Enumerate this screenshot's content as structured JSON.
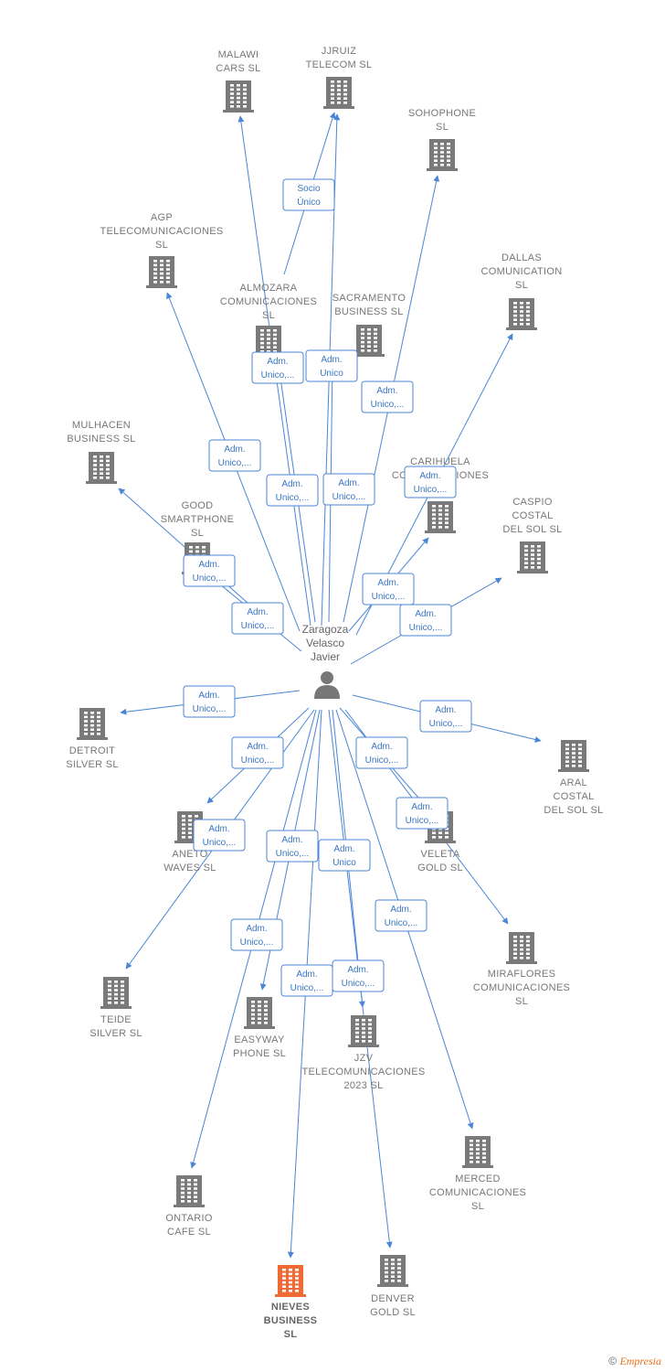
{
  "colors": {
    "edge": "#4a86d4",
    "building": "#7a7a7a",
    "highlight": "#f06a35",
    "person": "#777777"
  },
  "center": {
    "label_lines": [
      "Zaragoza",
      "Velasco",
      "Javier"
    ],
    "icon": "person-icon"
  },
  "nodes": [
    {
      "id": "malawi",
      "label_lines": [
        "MALAWI",
        "CARS  SL"
      ]
    },
    {
      "id": "jjruiz",
      "label_lines": [
        "JJRUIZ",
        "TELECOM  SL"
      ]
    },
    {
      "id": "sohophone",
      "label_lines": [
        "SOHOPHONE",
        "SL"
      ]
    },
    {
      "id": "agp",
      "label_lines": [
        "AGP",
        "TELECOMUNICACIONES",
        "SL"
      ]
    },
    {
      "id": "almozara",
      "label_lines": [
        "ALMOZARA",
        "COMUNICACIONES",
        "SL"
      ]
    },
    {
      "id": "sacramento",
      "label_lines": [
        "SACRAMENTO",
        "BUSINESS  SL"
      ]
    },
    {
      "id": "dallas",
      "label_lines": [
        "DALLAS",
        "COMUNICATION",
        "SL"
      ]
    },
    {
      "id": "mulhacen",
      "label_lines": [
        "MULHACEN",
        "BUSINESS  SL"
      ]
    },
    {
      "id": "carihuela",
      "label_lines": [
        "CARIHUELA",
        "COMUNICACIONES"
      ]
    },
    {
      "id": "good",
      "label_lines": [
        "GOOD",
        "SMARTPHONE",
        "SL"
      ]
    },
    {
      "id": "caspio",
      "label_lines": [
        "CASPIO",
        "COSTAL",
        "DEL SOL  SL"
      ]
    },
    {
      "id": "detroit",
      "label_lines": [
        "DETROIT",
        "SILVER  SL"
      ]
    },
    {
      "id": "aral",
      "label_lines": [
        "ARAL",
        "COSTAL",
        "DEL SOL  SL"
      ]
    },
    {
      "id": "aneto",
      "label_lines": [
        "ANETO",
        "WAVES  SL"
      ]
    },
    {
      "id": "veleta",
      "label_lines": [
        "VELETA",
        "GOLD  SL"
      ]
    },
    {
      "id": "miraflores",
      "label_lines": [
        "MIRAFLORES",
        "COMUNICACIONES",
        "SL"
      ]
    },
    {
      "id": "teide",
      "label_lines": [
        "TEIDE",
        "SILVER  SL"
      ]
    },
    {
      "id": "easyway",
      "label_lines": [
        "EASYWAY",
        "PHONE  SL"
      ]
    },
    {
      "id": "jzv",
      "label_lines": [
        "JZV",
        "TELECOMUNICACIONES",
        "2023  SL"
      ]
    },
    {
      "id": "merced",
      "label_lines": [
        "MERCED",
        "COMUNICACIONES",
        "SL"
      ]
    },
    {
      "id": "ontario",
      "label_lines": [
        "ONTARIO",
        "CAFE  SL"
      ]
    },
    {
      "id": "nieves",
      "label_lines": [
        "NIEVES",
        "BUSINESS",
        "SL"
      ],
      "highlight": true
    },
    {
      "id": "denver",
      "label_lines": [
        "DENVER",
        "GOLD  SL"
      ]
    }
  ],
  "edge_labels": [
    {
      "target": "jjruiz",
      "lines": [
        "Socio",
        "Único"
      ]
    },
    {
      "target": "almozara",
      "lines": [
        "Adm.",
        "Unico,..."
      ]
    },
    {
      "target": "sacramento",
      "lines": [
        "Adm.",
        "Unico"
      ]
    },
    {
      "target": "sohophone",
      "lines": [
        "Adm.",
        "Unico,..."
      ]
    },
    {
      "target": "agp",
      "lines": [
        "Adm.",
        "Unico,..."
      ]
    },
    {
      "target": "malawi",
      "lines": [
        "Adm.",
        "Unico,..."
      ]
    },
    {
      "target": "jjruiz",
      "lines": [
        "Adm.",
        "Unico,..."
      ]
    },
    {
      "target": "carihuela",
      "lines": [
        "Adm.",
        "Unico,..."
      ]
    },
    {
      "target": "mulhacen",
      "lines": [
        "Adm.",
        "Unico,..."
      ]
    },
    {
      "target": "dallas",
      "lines": [
        "Adm.",
        "Unico,..."
      ]
    },
    {
      "target": "good",
      "lines": [
        "Adm.",
        "Unico,..."
      ]
    },
    {
      "target": "caspio",
      "lines": [
        "Adm.",
        "Unico,..."
      ]
    },
    {
      "target": "detroit",
      "lines": [
        "Adm.",
        "Unico,..."
      ]
    },
    {
      "target": "aral",
      "lines": [
        "Adm.",
        "Unico,..."
      ]
    },
    {
      "target": "aneto",
      "lines": [
        "Adm.",
        "Unico,..."
      ]
    },
    {
      "target": "veleta",
      "lines": [
        "Adm.",
        "Unico,..."
      ]
    },
    {
      "target": "miraflores",
      "lines": [
        "Adm.",
        "Unico,..."
      ]
    },
    {
      "target": "teide",
      "lines": [
        "Adm.",
        "Unico,..."
      ]
    },
    {
      "target": "easyway",
      "lines": [
        "Adm.",
        "Unico,..."
      ]
    },
    {
      "target": "jzv",
      "lines": [
        "Adm.",
        "Unico"
      ]
    },
    {
      "target": "merced",
      "lines": [
        "Adm.",
        "Unico,..."
      ]
    },
    {
      "target": "ontario",
      "lines": [
        "Adm.",
        "Unico,..."
      ]
    },
    {
      "target": "nieves",
      "lines": [
        "Adm.",
        "Unico,..."
      ]
    },
    {
      "target": "denver",
      "lines": [
        "Adm.",
        "Unico,..."
      ]
    }
  ],
  "footer": {
    "copyright": "©",
    "brand": "Empresia"
  }
}
